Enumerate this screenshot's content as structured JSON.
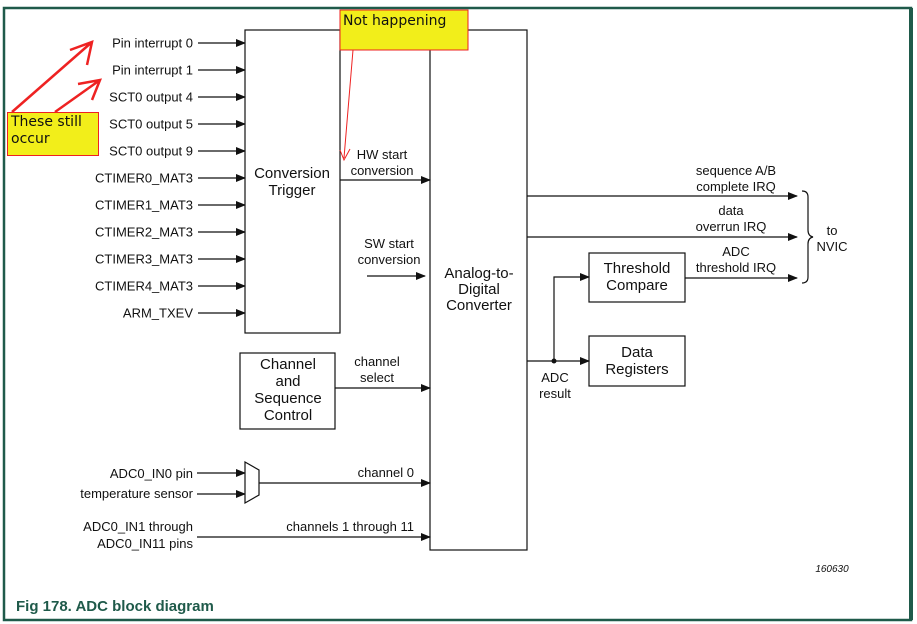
{
  "figure": {
    "caption": "Fig 178. ADC block diagram",
    "figure_id": "160630",
    "frame_color": "#1f5a4a"
  },
  "trigger_inputs": [
    "Pin interrupt 0",
    "Pin interrupt 1",
    "SCT0 output 4",
    "SCT0 output 5",
    "SCT0 output 9",
    "CTIMER0_MAT3",
    "CTIMER1_MAT3",
    "CTIMER2_MAT3",
    "CTIMER3_MAT3",
    "CTIMER4_MAT3",
    "ARM_TXEV"
  ],
  "blocks": {
    "conversion_trigger": [
      "Conversion",
      "Trigger"
    ],
    "adc": [
      "Analog-to-",
      "Digital",
      "Converter"
    ],
    "channel_seq": [
      "Channel",
      "and",
      "Sequence",
      "Control"
    ],
    "threshold": [
      "Threshold",
      "Compare"
    ],
    "data_regs": [
      "Data",
      "Registers"
    ]
  },
  "signals": {
    "hw_start": [
      "HW start",
      "conversion"
    ],
    "sw_start": [
      "SW start",
      "conversion"
    ],
    "channel_select": [
      "channel",
      "select"
    ],
    "adc_in0": "ADC0_IN0 pin",
    "temp_sensor": "temperature sensor",
    "channel0": "channel 0",
    "adc_in1_11": [
      "ADC0_IN1 through",
      "ADC0_IN11 pins"
    ],
    "channels_1_11": "channels 1 through 11",
    "seq_complete": [
      "sequence A/B",
      "complete IRQ"
    ],
    "overrun": [
      "data",
      "overrun IRQ"
    ],
    "threshold_irq": [
      "ADC",
      "threshold IRQ"
    ],
    "adc_result": [
      "ADC",
      "result"
    ],
    "nvic": [
      "to",
      "NVIC"
    ]
  },
  "annotations": {
    "not_happening": "Not happening",
    "still_occur": "These still occur",
    "note_fill": "#f2ee1a",
    "note_border": "#ee2222"
  }
}
